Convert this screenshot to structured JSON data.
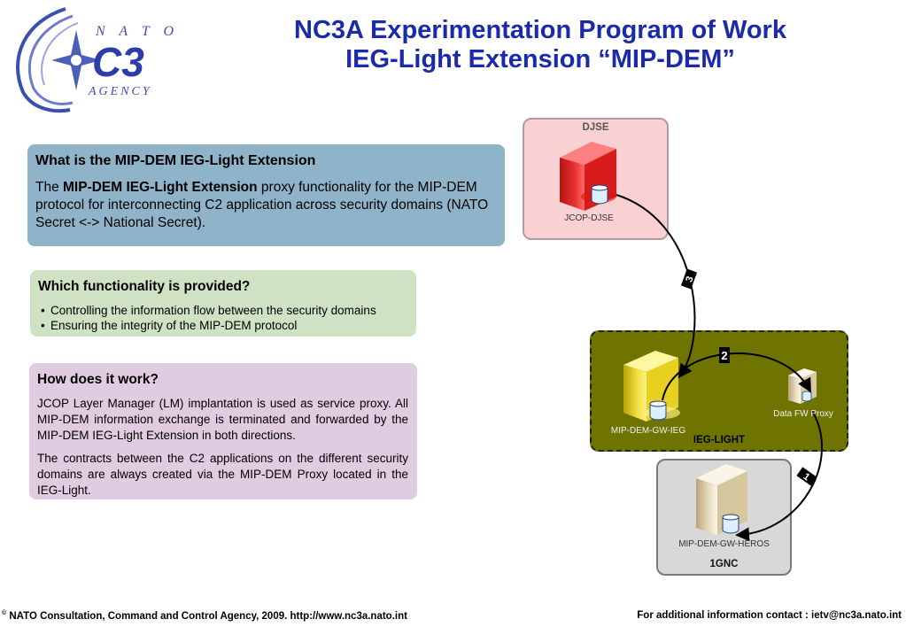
{
  "logo": {
    "line1": "N A T O",
    "line2": "C3",
    "line3": "AGENCY"
  },
  "title": {
    "line1": "NC3A Experimentation Program of Work",
    "line2": "IEG-Light Extension “MIP-DEM”"
  },
  "panels": {
    "what": {
      "heading": "What is the MIP-DEM IEG-Light Extension",
      "text_pre": "The ",
      "text_bold": "MIP-DEM IEG-Light Extension",
      "text_post": " proxy functionality for the MIP-DEM protocol for interconnecting C2 application across security domains (NATO Secret <-> National Secret)."
    },
    "which": {
      "heading": "Which functionality is provided?",
      "items": [
        "Controlling the information flow between the security domains",
        "Ensuring the integrity of the MIP-DEM protocol"
      ]
    },
    "how": {
      "heading": "How does it work?",
      "para1": "JCOP Layer Manager (LM) implantation is used as service proxy. All MIP-DEM information exchange is terminated and forwarded by the MIP-DEM IEG-Light Extension in both directions.",
      "para2": "The contracts between the C2 applications on the different security domains are always created via the MIP-DEM Proxy located in the IEG-Light."
    }
  },
  "diagram": {
    "zones": {
      "djse": "DJSE",
      "ieg": "IEG-LIGHT",
      "gnc": "1GNC"
    },
    "nodes": {
      "jcop": "JCOP-DJSE",
      "ieg_gw": "MIP-DEM-GW-IEG",
      "fw_proxy": "Data FW Proxy",
      "heros": "MIP-DEM-GW-HEROS"
    },
    "flow_steps": [
      "1",
      "2",
      "3"
    ],
    "colors": {
      "djse_fill": "#f9d1d3",
      "ieg_fill": "#6f7400",
      "gnc_fill": "#d8d8d8",
      "title": "#1a2aa8"
    }
  },
  "footer": {
    "copyright_symbol": "©",
    "left": " NATO Consultation, Command and Control Agency, 2009. http://www.nc3a.nato.int",
    "right": "For additional information contact :  ietv@nc3a.nato.int"
  }
}
